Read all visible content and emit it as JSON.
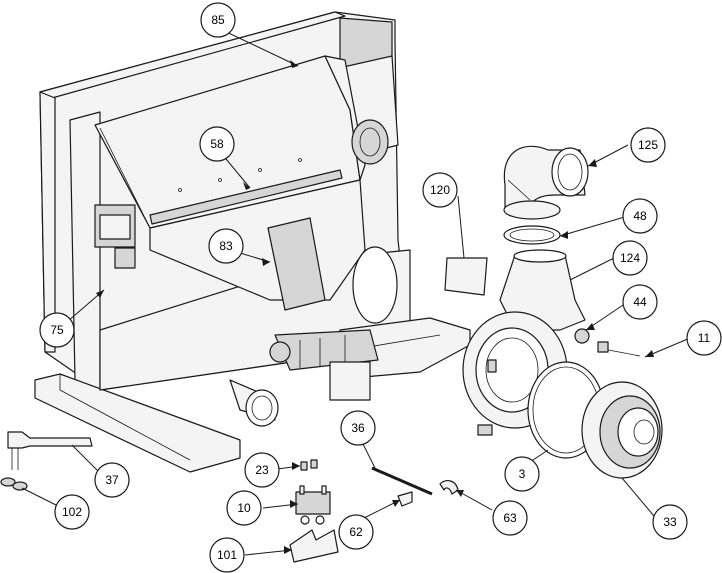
{
  "callouts": [
    {
      "id": "c85",
      "label": "85"
    },
    {
      "id": "c58",
      "label": "58"
    },
    {
      "id": "c83",
      "label": "83"
    },
    {
      "id": "c75",
      "label": "75"
    },
    {
      "id": "c120",
      "label": "120"
    },
    {
      "id": "c125",
      "label": "125"
    },
    {
      "id": "c48",
      "label": "48"
    },
    {
      "id": "c124",
      "label": "124"
    },
    {
      "id": "c44",
      "label": "44"
    },
    {
      "id": "c11",
      "label": "11"
    },
    {
      "id": "c36",
      "label": "36"
    },
    {
      "id": "c23",
      "label": "23"
    },
    {
      "id": "c37",
      "label": "37"
    },
    {
      "id": "c102",
      "label": "102"
    },
    {
      "id": "c10",
      "label": "10"
    },
    {
      "id": "c62",
      "label": "62"
    },
    {
      "id": "c63",
      "label": "63"
    },
    {
      "id": "c3",
      "label": "3"
    },
    {
      "id": "c33",
      "label": "33"
    },
    {
      "id": "c101",
      "label": "101"
    }
  ]
}
